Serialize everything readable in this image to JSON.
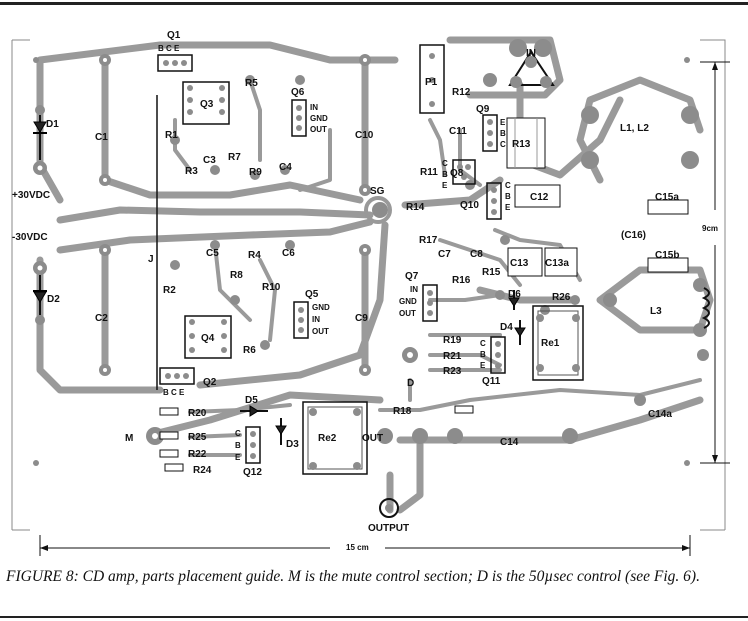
{
  "caption": {
    "text": "FIGURE 8: CD amp, parts placement guide. M is the mute control section; D is the 50µsec control (see Fig. 6)."
  },
  "dimensions": {
    "width_label": "15 cm",
    "height_label": "9cm"
  },
  "labels": {
    "q1": "Q1",
    "q1_pins": "B C E",
    "q2": "Q2",
    "q2_pins": "B C E",
    "q3": "Q3",
    "q4": "Q4",
    "q6": "Q6",
    "q6_pins_1": "IN",
    "q6_pins_2": "GND",
    "q6_pins_3": "OUT",
    "q5": "Q5",
    "q5_pins_1": "GND",
    "q5_pins_2": "IN",
    "q5_pins_3": "OUT",
    "q7": "Q7",
    "q7_pins_1": "IN",
    "q7_pins_2": "GND",
    "q7_pins_3": "OUT",
    "q8": "Q8",
    "q9": "Q9",
    "q10": "Q10",
    "q11": "Q11",
    "q12": "Q12",
    "d1": "D1",
    "d2": "D2",
    "d3": "D3",
    "d4": "D4",
    "d5": "D5",
    "d6": "D6",
    "c1": "C1",
    "c2": "C2",
    "c3": "C3",
    "c4": "C4",
    "c5": "C5",
    "c6": "C6",
    "c7": "C7",
    "c8": "C8",
    "c9": "C9",
    "c10": "C10",
    "c11": "C11",
    "c12": "C12",
    "c13": "C13",
    "c13a": "C13a",
    "c14": "C14",
    "c14a": "C14a",
    "c15a": "C15a",
    "c15b": "C15b",
    "c16": "(C16)",
    "r1": "R1",
    "r2": "R2",
    "r3": "R3",
    "r4": "R4",
    "r5": "R5",
    "r6": "R6",
    "r7": "R7",
    "r8": "R8",
    "r9": "R9",
    "r10": "R10",
    "r11": "R11",
    "r12": "R12",
    "r13": "R13",
    "r14": "R14",
    "r15": "R15",
    "r16": "R16",
    "r17": "R17",
    "r18": "R18",
    "r19": "R19",
    "r20": "R20",
    "r21": "R21",
    "r22": "R22",
    "r23": "R23",
    "r24": "R24",
    "r25": "R25",
    "r26": "R26",
    "re1": "Re1",
    "re2": "Re2",
    "p1": "P1",
    "in": "IN",
    "l1l2": "L1, L2",
    "l3": "L3",
    "sg": "SG",
    "j": "J",
    "m": "M",
    "d": "D",
    "out": "OUT",
    "output": "OUTPUT",
    "pos30": "+30VDC",
    "neg30": "-30VDC",
    "b": "B",
    "c": "C",
    "e": "E"
  }
}
